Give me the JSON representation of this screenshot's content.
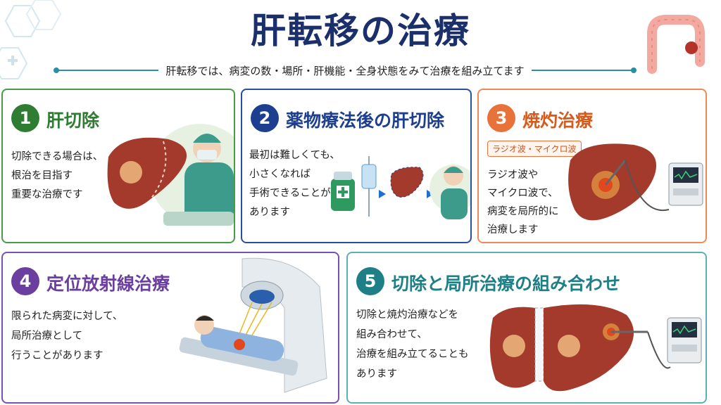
{
  "header": {
    "title": "肝転移の治療",
    "subtitle": "肝転移では、病変の数・場所・肝機能・全身状態をみて治療を組み立てます"
  },
  "colors": {
    "green": "#2e7d32",
    "navy": "#1e3f8f",
    "orange": "#e8733a",
    "purple": "#6b3fa0",
    "teal": "#1e7f86",
    "liver": "#a33a2c"
  },
  "cards": [
    {
      "number": "1",
      "title": "肝切除",
      "lines": [
        "切除できる場合は、",
        "根治を目指す",
        "重要な治療です"
      ]
    },
    {
      "number": "2",
      "title": "薬物療法後の肝切除",
      "lines": [
        "最初は難しくても、",
        "小さくなれば",
        "手術できることが",
        "あります"
      ]
    },
    {
      "number": "3",
      "title": "焼灼治療",
      "tag": "ラジオ波・マイクロ波",
      "lines": [
        "ラジオ波や",
        "マイクロ波で、",
        "病変を局所的に",
        "治療します"
      ]
    },
    {
      "number": "4",
      "title": "定位放射線治療",
      "lines": [
        "限られた病変に対して、",
        "局所治療として",
        "行うことがあります"
      ]
    },
    {
      "number": "5",
      "title": "切除と局所治療の組み合わせ",
      "lines": [
        "切除と焼灼治療などを",
        "組み合わせて、",
        "治療を組み立てることも",
        "あります"
      ]
    }
  ]
}
